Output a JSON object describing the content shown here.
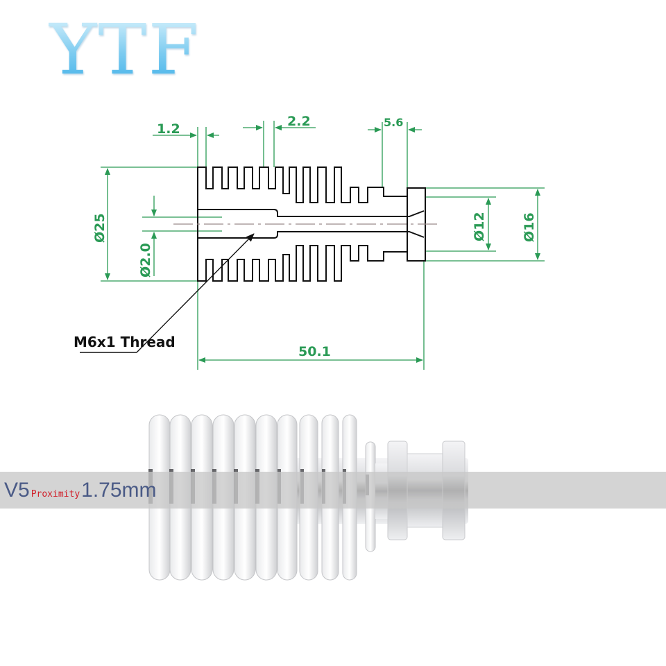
{
  "brand": {
    "logo_text": "YTF"
  },
  "drawing": {
    "dimensions": {
      "fin_thickness": "1.2",
      "fin_gap": "2.2",
      "collar_width": "5.6",
      "outer_diameter": "Ø25",
      "bore_diameter": "Ø2.0",
      "neck_diameter": "Ø12",
      "collar_diameter": "Ø16",
      "overall_length": "50.1"
    },
    "callout": "M6x1 Thread",
    "colors": {
      "dimension": "#2a9a55",
      "outline": "#111111",
      "centerline": "#9a8a8a"
    }
  },
  "banner": {
    "model": "V5",
    "tag": "Proximity",
    "size": "1.75mm",
    "colors": {
      "text": "#4a5a86",
      "tag": "#d0202a",
      "background": "#c8c8c8"
    }
  }
}
